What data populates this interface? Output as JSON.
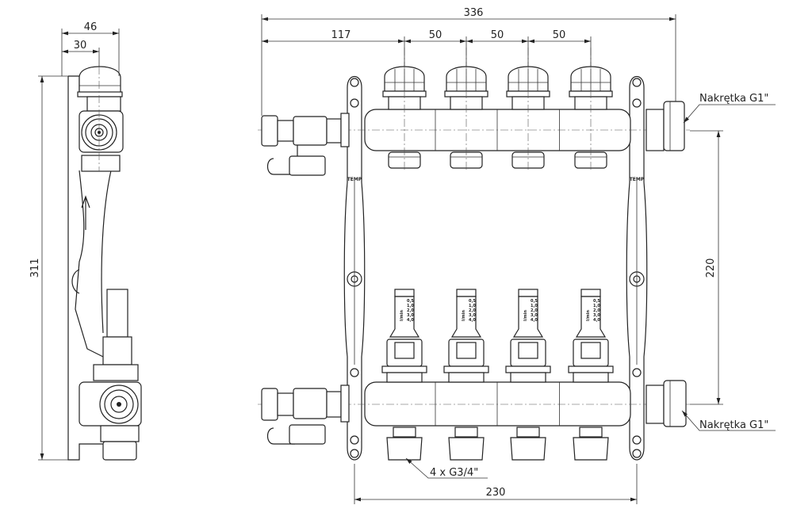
{
  "dimensions": {
    "side_depth_total": "46",
    "side_depth_axis": "30",
    "side_height": "311",
    "total_width": "336",
    "inlet_offset": "117",
    "spacing_1": "50",
    "spacing_2": "50",
    "spacing_3": "50",
    "axis_distance": "220",
    "bracket_spacing": "230"
  },
  "labels": {
    "nut_top": "Nakrętka G1\"",
    "nut_bottom": "Nakrętka G1\"",
    "outlets": "4 x G3/4\""
  },
  "flowmeter_scale": {
    "unit": "l/min",
    "ticks": [
      "0,5",
      "1,0",
      "2,0",
      "3,0",
      "4,0"
    ]
  },
  "bracket_mark": "TEMP",
  "circuits": 4,
  "line_color": "#222222"
}
